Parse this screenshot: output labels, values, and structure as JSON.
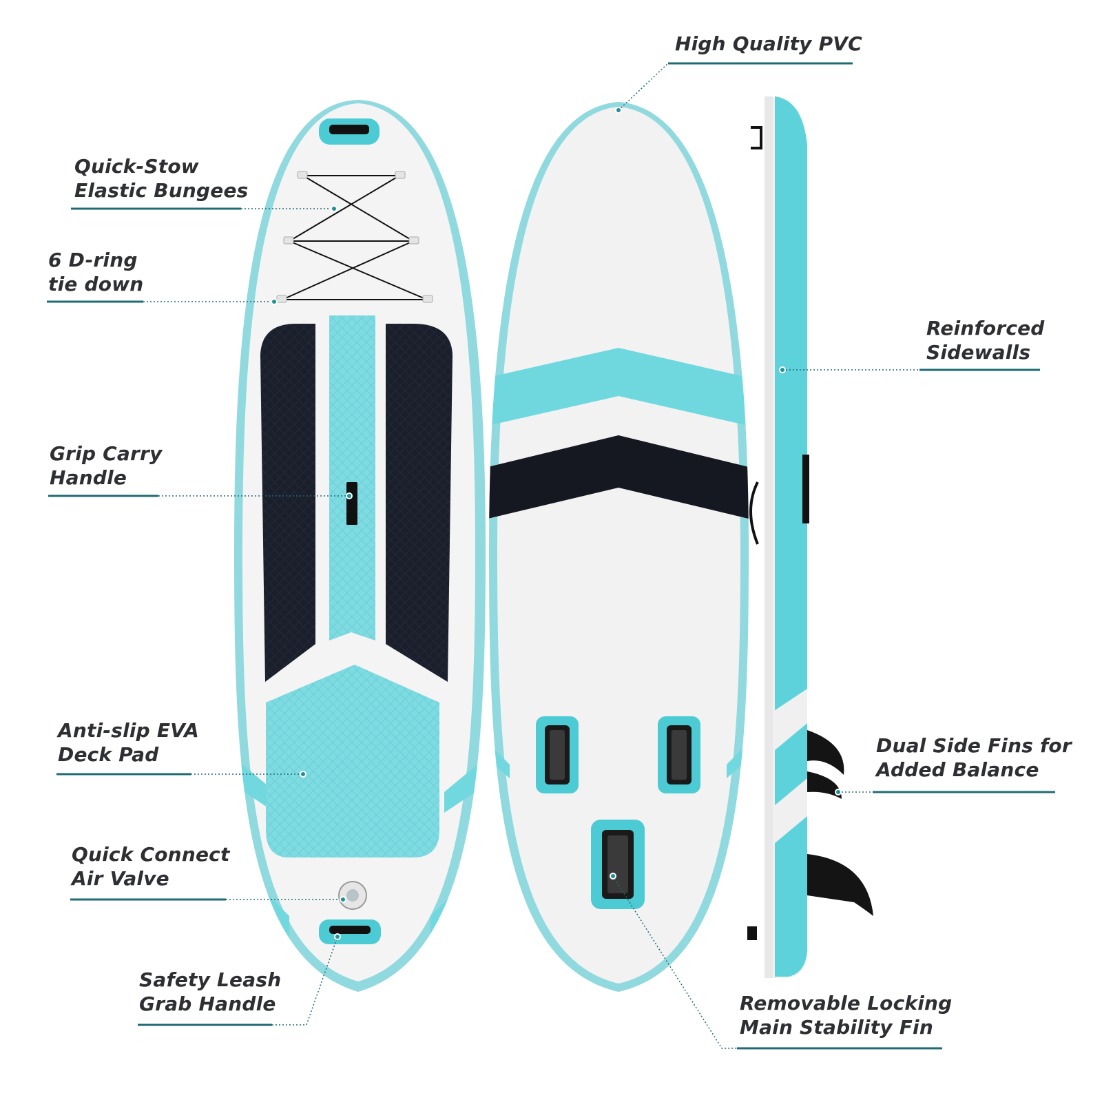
{
  "colors": {
    "accent": "#3fc4cf",
    "accent_light": "#72d8df",
    "line": "#1f6b73",
    "deck_dark": "#1b1f2c",
    "board_white": "#f1f1f1",
    "fin": "#141414"
  },
  "callouts": [
    {
      "id": "high-quality-pvc",
      "lines": [
        "High Quality PVC"
      ]
    },
    {
      "id": "quick-stow-bungees",
      "lines": [
        "Quick-Stow",
        "Elastic Bungees"
      ]
    },
    {
      "id": "d-ring-tie-down",
      "lines": [
        "6 D-ring",
        "tie down"
      ]
    },
    {
      "id": "reinforced-sidewalls",
      "lines": [
        "Reinforced",
        "Sidewalls"
      ]
    },
    {
      "id": "grip-carry-handle",
      "lines": [
        "Grip Carry",
        "Handle"
      ]
    },
    {
      "id": "anti-slip-deck-pad",
      "lines": [
        "Anti-slip EVA",
        "Deck Pad"
      ]
    },
    {
      "id": "dual-side-fins",
      "lines": [
        "Dual Side Fins for",
        "Added Balance"
      ]
    },
    {
      "id": "quick-connect-air-valve",
      "lines": [
        "Quick Connect",
        "Air Valve"
      ]
    },
    {
      "id": "safety-leash-grab-handle",
      "lines": [
        "Safety Leash",
        "Grab Handle"
      ]
    },
    {
      "id": "removable-locking-fin",
      "lines": [
        "Removable Locking",
        "Main Stability Fin"
      ]
    }
  ]
}
